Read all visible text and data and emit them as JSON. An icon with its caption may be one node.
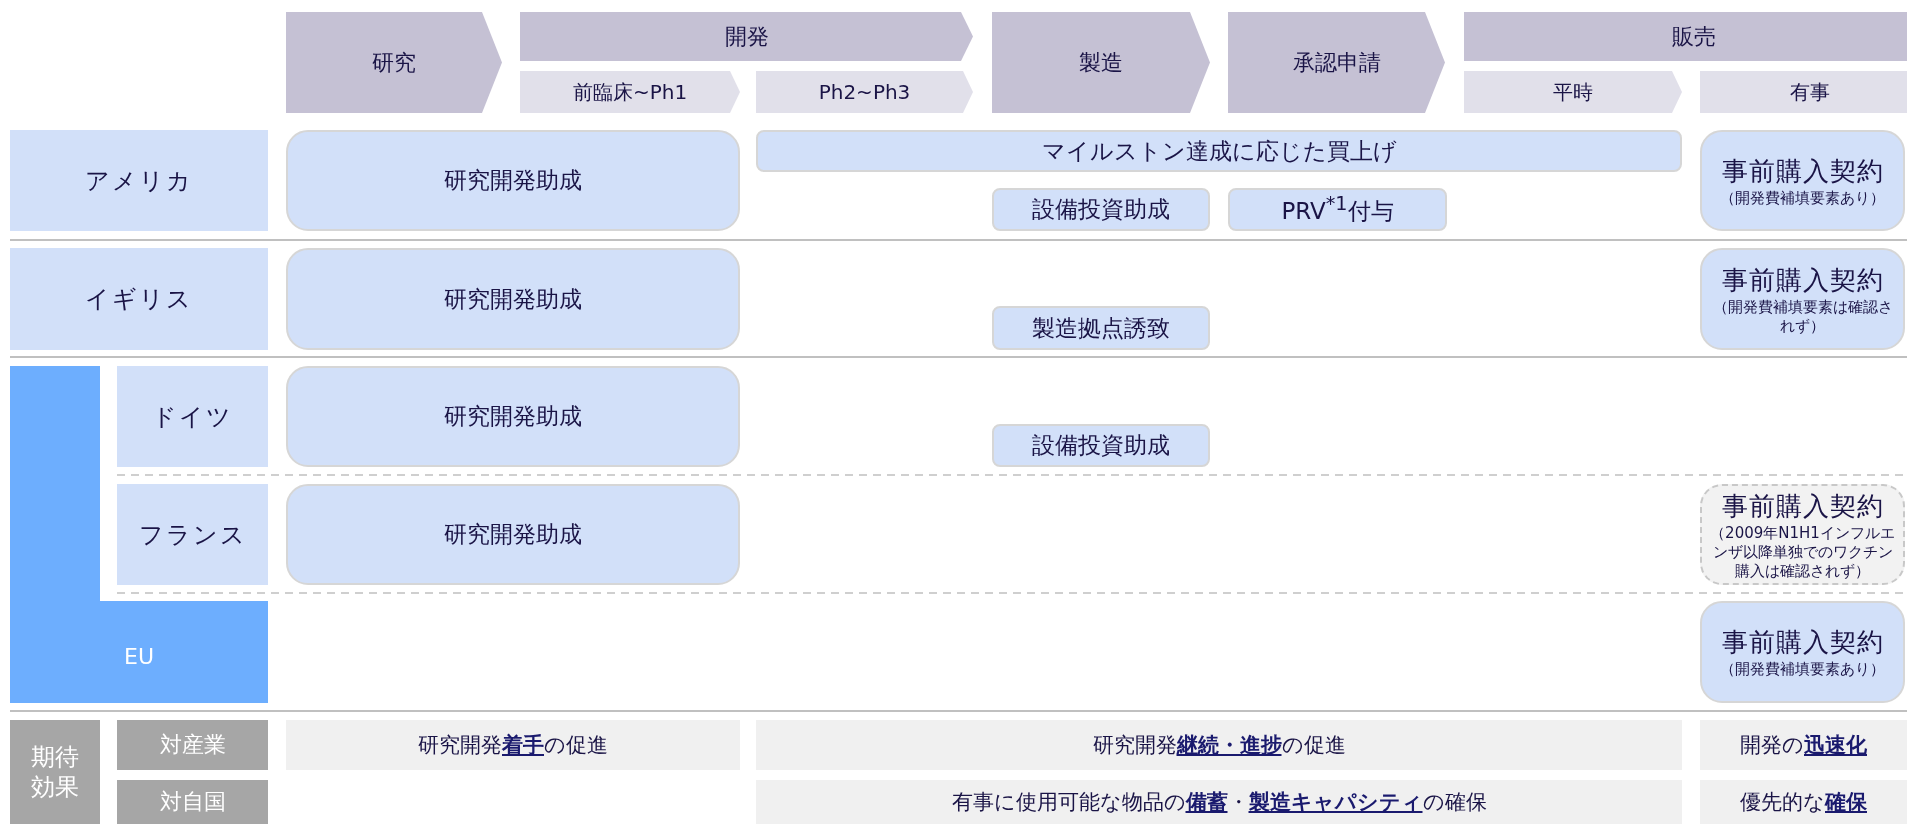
{
  "diagram": {
    "nodes": [
      {
        "text": [
          "研究"
        ]
      },
      {
        "text": [
          "開発"
        ]
      },
      {
        "text": [
          "製造"
        ]
      },
      {
        "text": [
          "承認申請"
        ]
      },
      {
        "text": [
          "販売"
        ]
      },
      {
        "text": [
          "前臨床~Ph1"
        ]
      },
      {
        "text": [
          "Ph2~Ph3"
        ]
      },
      {
        "text": [
          "平時"
        ]
      },
      {
        "text": [
          "有事"
        ]
      },
      {
        "text": [
          "アメリカ"
        ]
      },
      {
        "text": [
          "研究開発助成"
        ]
      },
      {
        "text": [
          "マイルストン達成に応じた買上げ"
        ]
      },
      {
        "text": [
          "事前購入契約",
          "（開発費補填要素あり）"
        ]
      },
      {
        "text": [
          "設備投資助成"
        ]
      },
      {
        "text": [
          "PRV$^{*1}$付与"
        ]
      },
      {
        "text": [
          "イギリス"
        ]
      },
      {
        "text": [
          "研究開発助成"
        ]
      },
      {
        "text": [
          "事前購入契約",
          "（開発費補填要素は確認されず）"
        ]
      },
      {
        "text": [
          "製造拠点誘致"
        ]
      },
      {
        "text": [
          "EU"
        ]
      },
      {
        "text": [
          "ドイツ"
        ]
      },
      {
        "text": [
          "研究開発助成"
        ]
      },
      {
        "text": [
          "設備投資助成"
        ]
      },
      {
        "text": [
          "フランス"
        ]
      },
      {
        "text": [
          "研究開発助成"
        ]
      },
      {
        "text": [
          "事前購入契約",
          "（2009年N1H1インフルエンザ以降単独でのワクチン購入は確認されず）"
        ]
      },
      {
        "text": [
          "事前購入契約",
          "（開発費補填要素あり）"
        ]
      },
      {
        "text": [
          "期待効果"
        ]
      },
      {
        "text": [
          "対産業"
        ]
      },
      {
        "text": [
          "研究開発**着手**の促進"
        ]
      },
      {
        "text": [
          "研究開発**継続・進捗**の促進"
        ]
      },
      {
        "text": [
          "開発の**迅速化**"
        ]
      },
      {
        "text": [
          "対自国"
        ]
      },
      {
        "text": [
          "有事に使用可能な物品の**備蓄**・**製造キャパシティ**の確保"
        ]
      },
      {
        "text": [
          "優先的な**確保**"
        ]
      }
    ]
  }
}
